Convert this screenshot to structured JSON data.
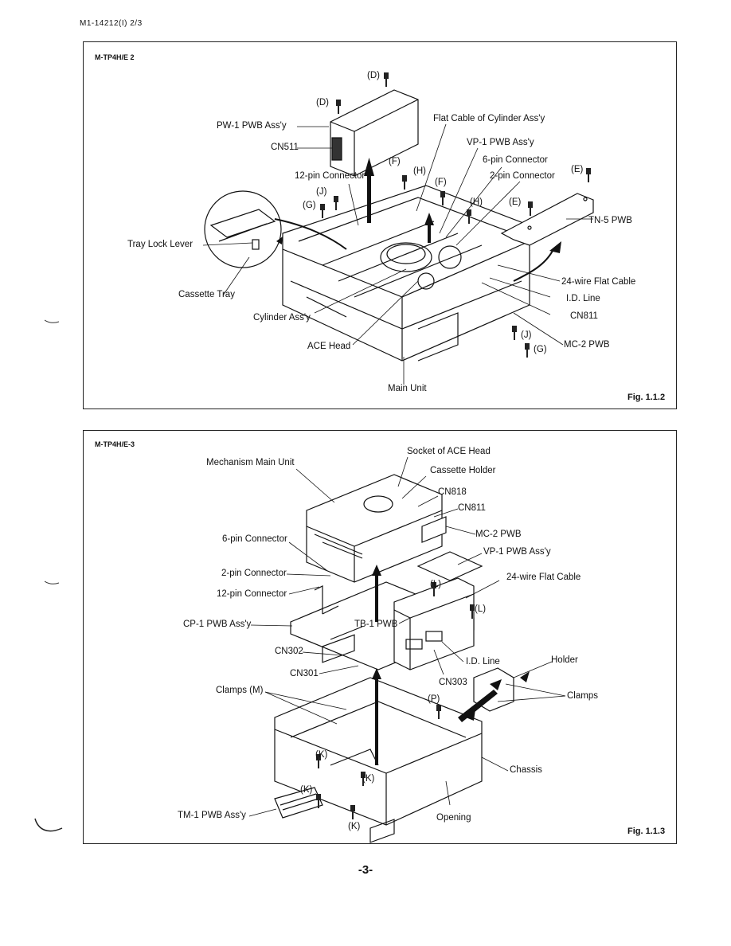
{
  "doc_id": "M1-14212(I) 2/3",
  "page_number": "-3-",
  "fig1": {
    "code": "M-TP4H/E 2",
    "caption": "Fig. 1.1.2",
    "labels": {
      "screw_d_top": "(D)",
      "screw_d": "(D)",
      "pw1": "PW-1 PWB Ass'y",
      "cn511": "CN511",
      "flat_cable_cyl": "Flat Cable of Cylinder Ass'y",
      "vp1": "VP-1 PWB Ass'y",
      "six_pin": "6-pin Connector",
      "two_pin": "2-pin Connector",
      "twelve_pin": "12-pin Connector",
      "screw_f1": "(F)",
      "screw_h1": "(H)",
      "screw_f2": "(F)",
      "screw_h2": "(H)",
      "screw_e1": "(E)",
      "screw_e2": "(E)",
      "screw_j1": "(J)",
      "screw_g1": "(G)",
      "tn5": "TN-5 PWB",
      "tray_lock": "Tray Lock Lever",
      "cassette_tray": "Cassette Tray",
      "flat24": "24-wire Flat Cable",
      "id_line": "I.D. Line",
      "cn811": "CN811",
      "cylinder": "Cylinder Ass'y",
      "screw_j2": "(J)",
      "screw_g2": "(G)",
      "mc2": "MC-2 PWB",
      "ace_head": "ACE Head",
      "main_unit": "Main Unit"
    }
  },
  "fig2": {
    "code": "M-TP4H/E-3",
    "caption": "Fig. 1.1.3",
    "labels": {
      "socket_ace": "Socket of ACE Head",
      "mech_main": "Mechanism Main Unit",
      "cassette_holder": "Cassette Holder",
      "cn818": "CN818",
      "cn811": "CN811",
      "mc2": "MC-2 PWB",
      "six_pin": "6-pin Connector",
      "vp1": "VP-1  PWB Ass'y",
      "two_pin": "2-pin Connector",
      "flat24": "24-wire Flat Cable",
      "screw_l1": "(L)",
      "twelve_pin": "12-pin Connector",
      "screw_l2": "(L)",
      "cp1": "CP-1 PWB Ass'y",
      "tb1": "TB-1 PWB",
      "cn302": "CN302",
      "id_line": "I.D. Line",
      "holder": "Holder",
      "cn301": "CN301",
      "cn303": "CN303",
      "clamps_m": "Clamps (M)",
      "screw_p": "(P)",
      "clamps": "Clamps",
      "screw_k1": "(K)",
      "chassis": "Chassis",
      "screw_k2": "(K)",
      "screw_k3": "(K)",
      "tm1": "TM-1 PWB Ass'y",
      "screw_k4": "(K)",
      "opening": "Opening"
    }
  }
}
